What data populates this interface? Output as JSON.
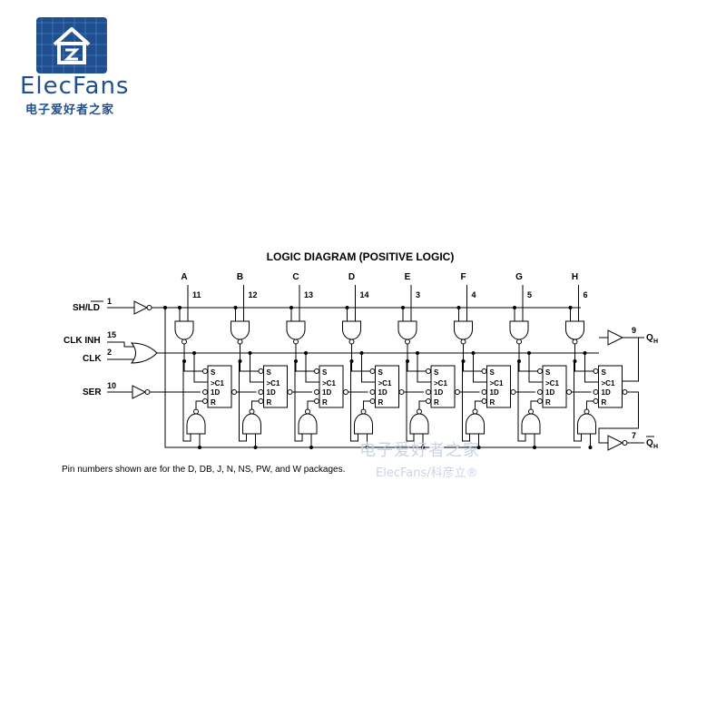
{
  "brand": {
    "name": "ElecFans",
    "subtitle": "电子爱好者之家"
  },
  "diagram": {
    "title": "LOGIC DIAGRAM (POSITIVE LOGIC)",
    "parallel_inputs": [
      {
        "name": "A",
        "pin": "11"
      },
      {
        "name": "B",
        "pin": "12"
      },
      {
        "name": "C",
        "pin": "13"
      },
      {
        "name": "D",
        "pin": "14"
      },
      {
        "name": "E",
        "pin": "3"
      },
      {
        "name": "F",
        "pin": "4"
      },
      {
        "name": "G",
        "pin": "5"
      },
      {
        "name": "H",
        "pin": "6"
      }
    ],
    "control_inputs": [
      {
        "name": "SH/LD",
        "pin": "1"
      },
      {
        "name": "CLK INH",
        "pin": "15"
      },
      {
        "name": "CLK",
        "pin": "2"
      },
      {
        "name": "SER",
        "pin": "10"
      }
    ],
    "outputs": [
      {
        "name": "QH",
        "pin": "9"
      },
      {
        "name": "QH",
        "pin": "7",
        "inverted": true
      }
    ],
    "flipflop_labels": {
      "s": "S",
      "clk": "C1",
      "d": "1D",
      "r": "R"
    },
    "footnote": "Pin numbers shown are for the D, DB, J, N, NS, PW, and W packages."
  },
  "watermark": {
    "cn": "电子爱好者之家",
    "en": "ElecFans/科彦立®"
  }
}
